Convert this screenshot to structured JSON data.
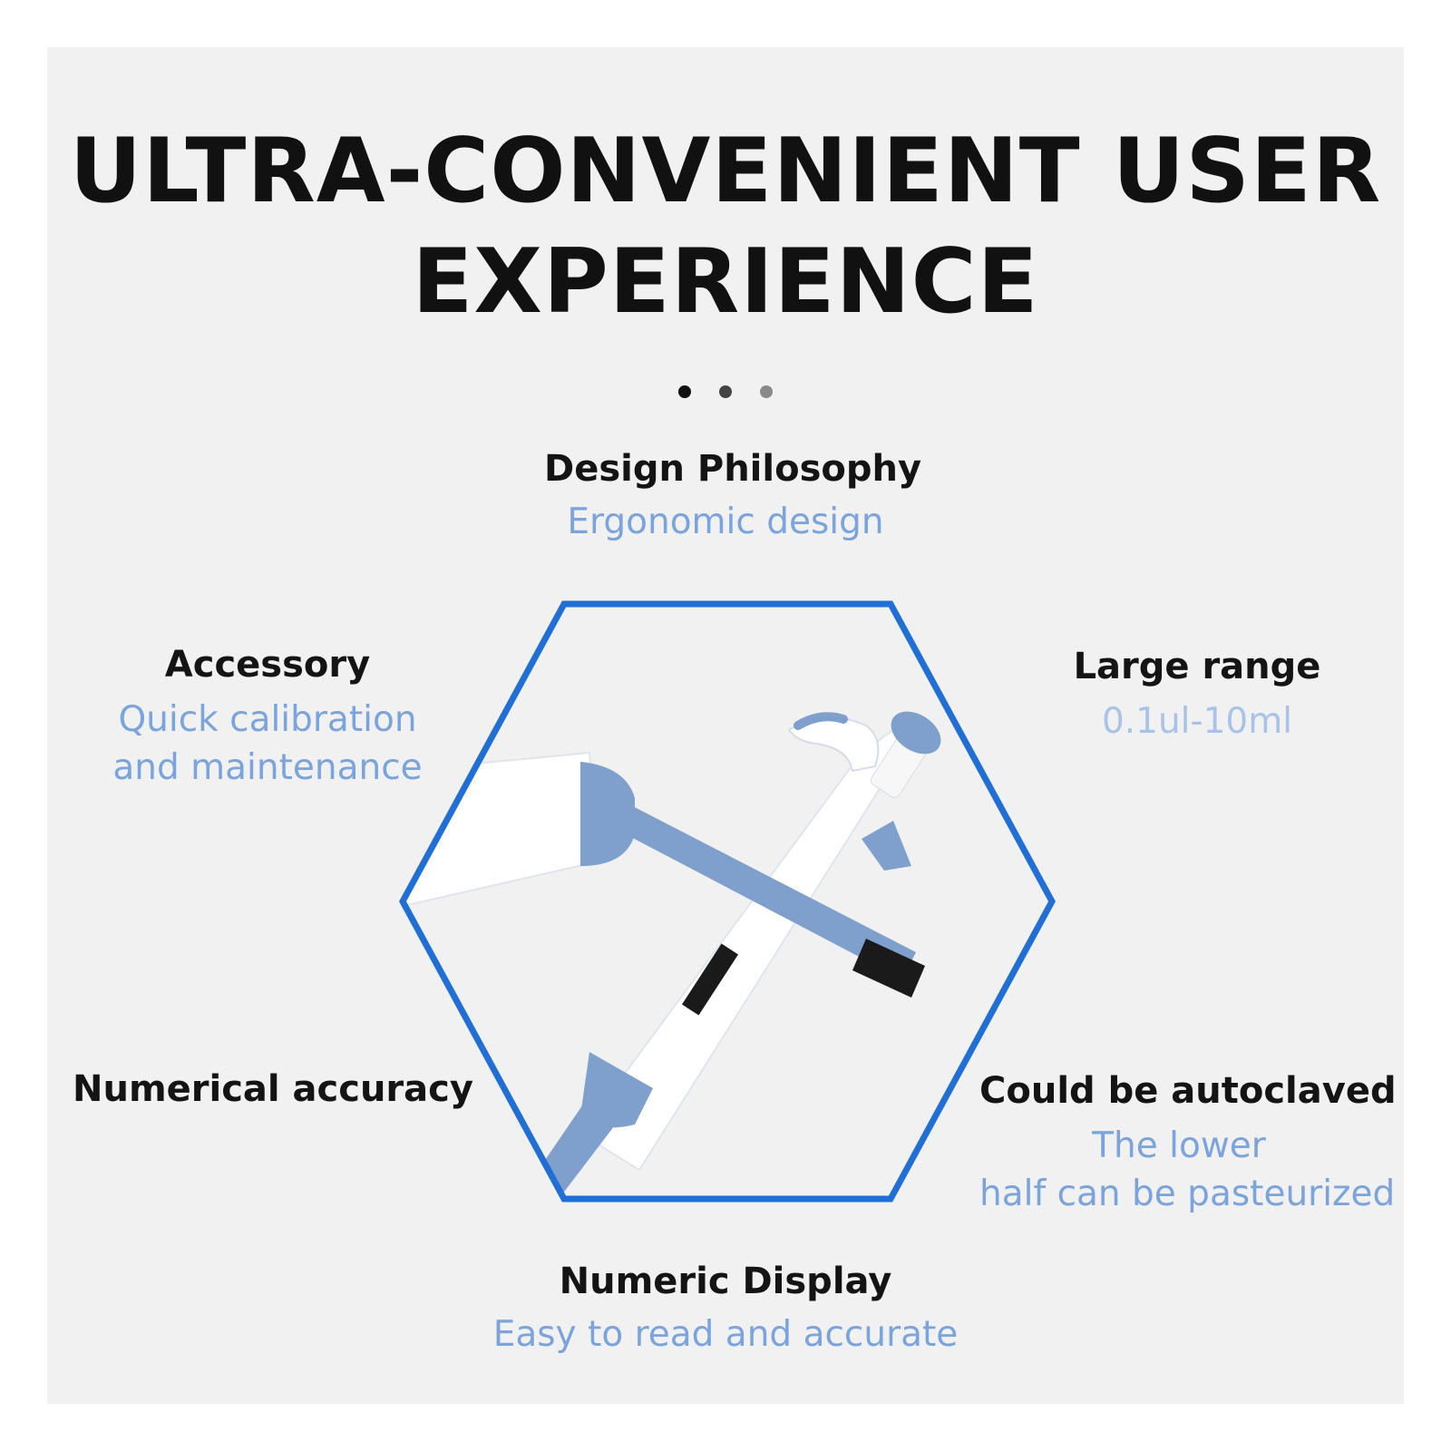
{
  "title": {
    "line1": "ULTRA-CONVENIENT USER",
    "line2": "EXPERIENCE"
  },
  "colors": {
    "background": "#f1f1f1",
    "accent_hexagon": "#1f6fd6",
    "subtext": "#7ba4dc",
    "pipette_blue": "#7fa0cc",
    "dot_dark": "#111111",
    "dot_mid": "#444444",
    "dot_light": "#8a8a8a"
  },
  "features": {
    "top": {
      "heading": "Design Philosophy",
      "lines": [
        "Ergonomic design"
      ]
    },
    "left_upper": {
      "heading": "Accessory",
      "lines": [
        "Quick calibration",
        "and maintenance"
      ]
    },
    "right_upper": {
      "heading": "Large range",
      "lines": [
        "0.1ul-10ml"
      ]
    },
    "left_lower": {
      "heading": "Numerical accuracy",
      "lines": []
    },
    "right_lower": {
      "heading": "Could be autoclaved",
      "lines": [
        "The lower",
        "half can be pasteurized"
      ]
    },
    "bottom": {
      "heading": "Numeric Display",
      "lines": [
        "Easy to read and accurate"
      ]
    }
  },
  "product_image": "pipette-photo"
}
